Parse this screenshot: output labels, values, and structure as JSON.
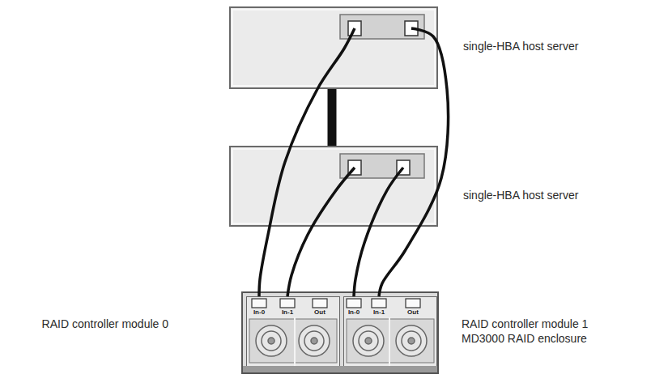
{
  "diagram": {
    "nodes": [
      {
        "text": [
          "single-HBA host server"
        ]
      },
      {
        "text": [
          "single-HBA host server"
        ]
      },
      {
        "text": [
          "MD3000 RAID enclosure"
        ]
      },
      {
        "text": [
          "RAID controller module 0"
        ],
        "in": 2
      },
      {
        "text": [
          "RAID controller module 1"
        ],
        "in": 2
      }
    ],
    "edges": [
      {
        "from": 0,
        "to": 1,
        "arrow": "none"
      },
      {
        "from": 0,
        "to": 3,
        "arrow": "none"
      },
      {
        "from": 0,
        "to": 4,
        "arrow": "none"
      },
      {
        "from": 1,
        "to": 3,
        "arrow": "none"
      },
      {
        "from": 1,
        "to": 4,
        "arrow": "none"
      }
    ],
    "labels": [
      "In-0",
      "In-1",
      "Out",
      "In-0",
      "In-1",
      "Out"
    ]
  }
}
